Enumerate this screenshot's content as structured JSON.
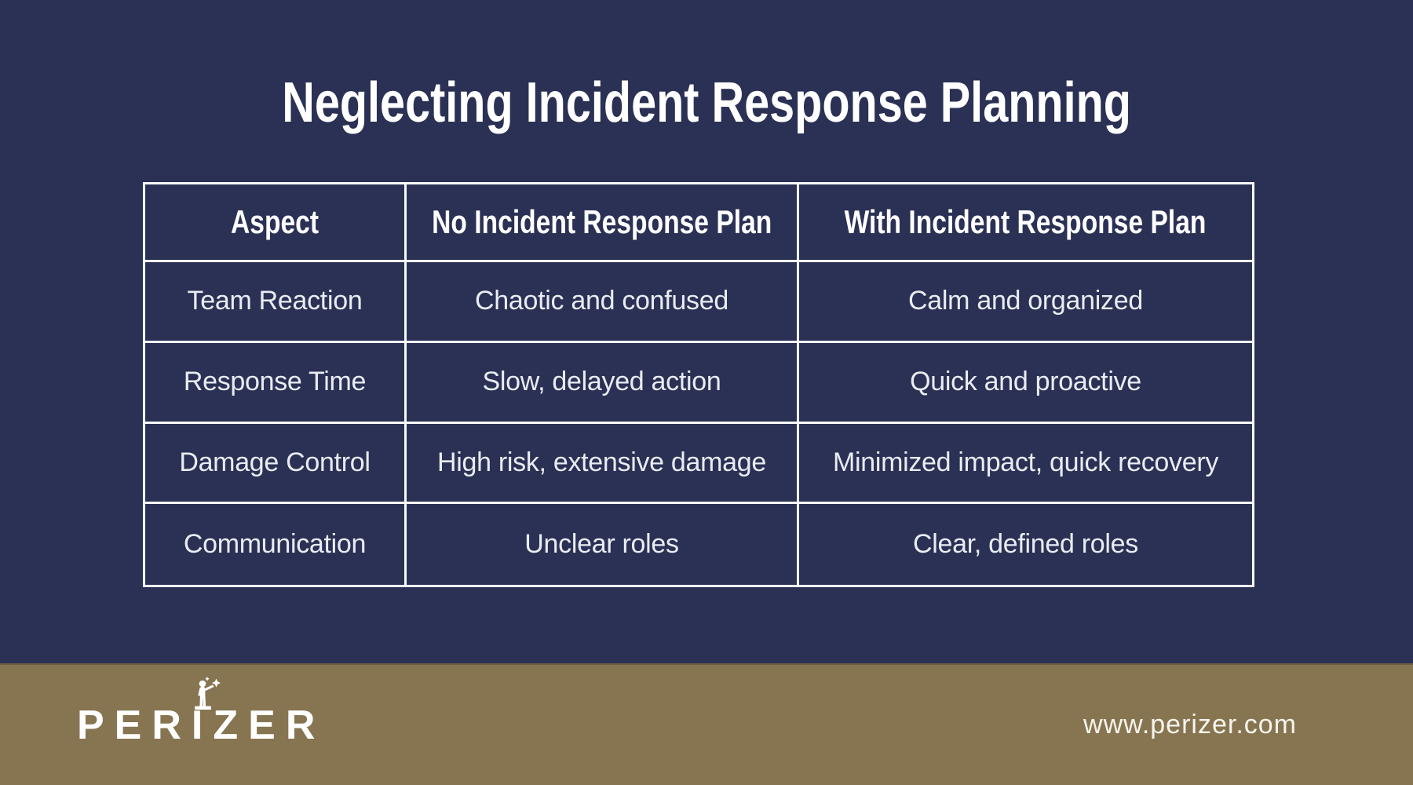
{
  "title": "Neglecting Incident Response Planning",
  "table": {
    "header": [
      "Aspect",
      "No Incident Response Plan",
      "With Incident Response Plan"
    ],
    "rows": [
      [
        "Team Reaction",
        "Chaotic and confused",
        "Calm and organized"
      ],
      [
        "Response Time",
        "Slow, delayed action",
        "Quick and proactive"
      ],
      [
        "Damage Control",
        "High risk, extensive damage",
        "Minimized impact, quick recovery"
      ],
      [
        "Communication",
        "Unclear roles",
        "Clear, defined roles"
      ]
    ]
  },
  "footer": {
    "brand": "PERIZER",
    "brand_left": "PER",
    "brand_pillar": "I",
    "brand_right": "ZER",
    "person_icon": "person-holding-star-icon",
    "website": "www.perizer.com"
  },
  "colors": {
    "background": "#2b3154",
    "footer_band": "#877552",
    "table_border": "#f8f9fb",
    "heading_text": "#ffffff",
    "body_text": "#e9ecf3"
  }
}
